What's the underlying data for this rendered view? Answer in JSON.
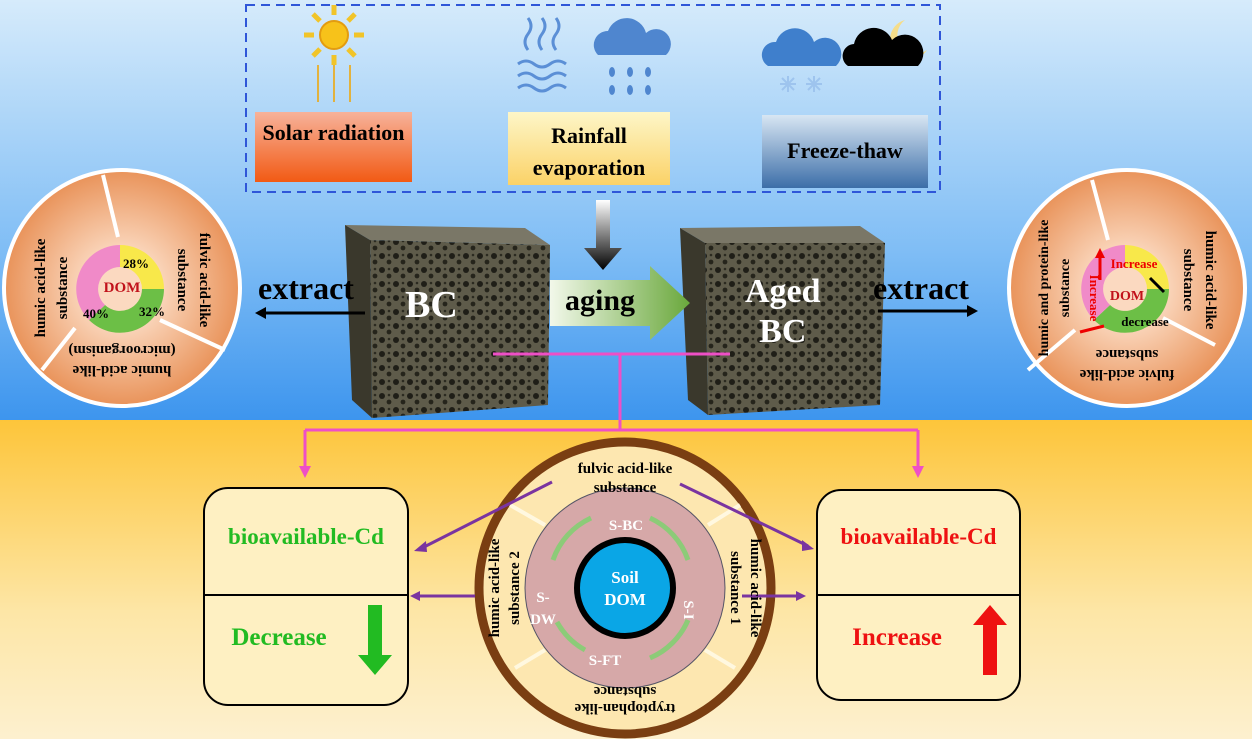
{
  "conditions": {
    "solar": "Solar radiation",
    "rainfall_1": "Rainfall",
    "rainfall_2": "evaporation",
    "freeze": "Freeze-thaw"
  },
  "labels": {
    "bc": "BC",
    "aged_1": "Aged",
    "aged_2": "BC",
    "aging": "aging",
    "extract_left": "extract",
    "extract_right": "extract"
  },
  "left_pie": {
    "seg_top": "fulvic acid-like substance",
    "seg_top_1": "fulvic acid-like",
    "seg_top_2": "substance",
    "seg_left_1": "humic acid-like",
    "seg_left_2": "substance",
    "seg_bottom_1": "humic acid-like",
    "seg_bottom_2": "(microorganism)",
    "center": "DOM",
    "pct_yellow": "28%",
    "pct_green": "32%",
    "pct_pink": "40%"
  },
  "right_pie": {
    "seg_top_1": "humic acid-like",
    "seg_top_2": "substance",
    "seg_left_1": "humic and protein-like",
    "seg_left_2": "substance",
    "seg_bottom_1": "fulvic acid-like",
    "seg_bottom_2": "substance",
    "center": "DOM",
    "yellow": "Increase",
    "pink": "Increase",
    "green": "decrease"
  },
  "center_circle": {
    "core_1": "Soil",
    "core_2": "DOM",
    "s_bc": "S-BC",
    "s_i": "S-I",
    "s_ft": "S-FT",
    "s_dw_1": "S-",
    "s_dw_2": "DW",
    "ring_top_1": "fulvic acid-like",
    "ring_top_2": "substance",
    "ring_right_1": "humic acid-like",
    "ring_right_2": "substance 1",
    "ring_bottom_1": "tryptophan-like",
    "ring_bottom_2": "substance",
    "ring_left_1": "humic acid-like",
    "ring_left_2": "substance 2"
  },
  "left_box": {
    "title": "bioavailable-Cd",
    "result": "Decrease",
    "color": "#22bb22"
  },
  "right_box": {
    "title": "bioavailable-Cd",
    "result": "Increase",
    "color": "#ee1111"
  }
}
